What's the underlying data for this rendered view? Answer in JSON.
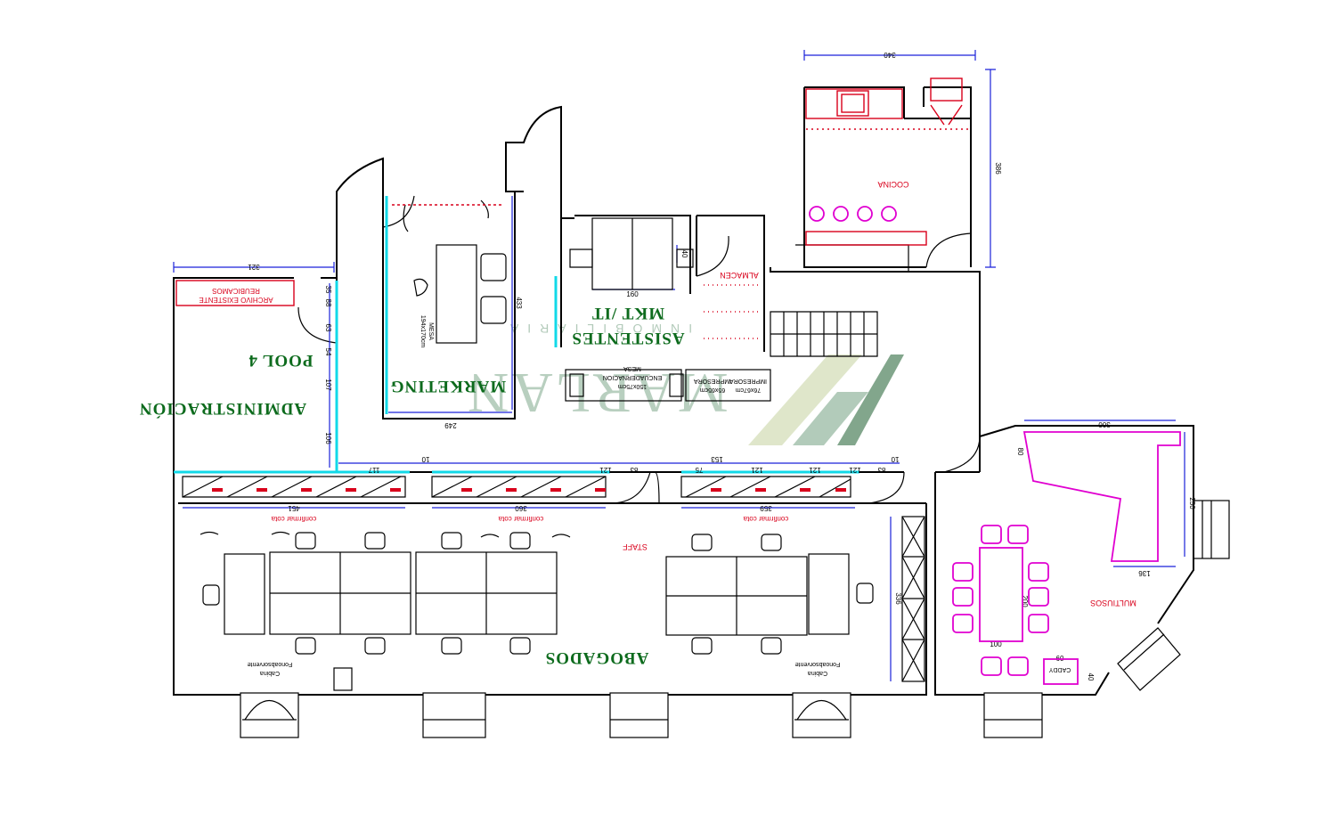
{
  "rooms": {
    "administracion": "ADMINISTRACIÓN",
    "pool4": "POOL 4",
    "marketing": "MARKETING",
    "asistentes": "ASISTENTES",
    "mkt_it": "MKT /IT",
    "almacen": "ALMACEN",
    "cocina": "COCINA",
    "staff": "STAFF",
    "abogados": "ABOGADOS",
    "multiusos": "MULTIUSOS",
    "caddy": "CADDY"
  },
  "labels": {
    "reubicamos": "REUBICAMOS",
    "archivo_existente": "ARCHIVO EXISTENTE",
    "mesa_marketing": "MESA",
    "mesa_marketing_size": "194x170cm",
    "mesa_encuadernacion": "MESA",
    "encuadernacion": "ENCUADERNACION",
    "encuadernacion_size": "150x75cm",
    "impresora1": "IMPRESORA",
    "impresora1_size": "65x65cm",
    "impresora2": "IMPRESORA",
    "impresora2_size": "76x67cm",
    "cabina_left": "Cabina",
    "fonoabsorvente_left": "Fonoabsorvente",
    "cabina_right": "Cabina",
    "fonoabsorvente_right": "Fonoabsorvente",
    "confirmar_cota_1": "confirmar cota",
    "confirmar_cota_2": "confirmar cota",
    "confirmar_cota_3": "confirmar cota"
  },
  "dimensions": {
    "d340": "340",
    "d386": "386",
    "d321": "321",
    "d433": "433",
    "d249": "249",
    "d160": "160",
    "d40": "40",
    "d35": "35",
    "d88": "88",
    "d63": "63",
    "d54": "54",
    "d107": "107",
    "d106": "106",
    "d117": "117",
    "d10a": "10",
    "d10b": "10",
    "d121a": "121",
    "d121b": "121",
    "d121c": "121",
    "d121d": "121",
    "d83a": "83",
    "d83b": "83",
    "d75": "75",
    "d153": "153",
    "d451": "451",
    "d360": "360",
    "d359": "359",
    "d336": "336",
    "d300": "300",
    "d80": "80",
    "d250": "250",
    "d136": "136",
    "d200": "200",
    "d100": "100",
    "d60": "60",
    "d40b": "40"
  },
  "watermark": {
    "brand": "MARLAN",
    "sub": "INMOBILIARIA"
  },
  "colors": {
    "room_label": "#0d6b1d",
    "dimension_line": "#1a22d9",
    "furniture_red": "#d9001b",
    "partition_cyan": "#11d9e8",
    "multiusos_magenta": "#e000d0",
    "watermark": "#7fa88c"
  }
}
